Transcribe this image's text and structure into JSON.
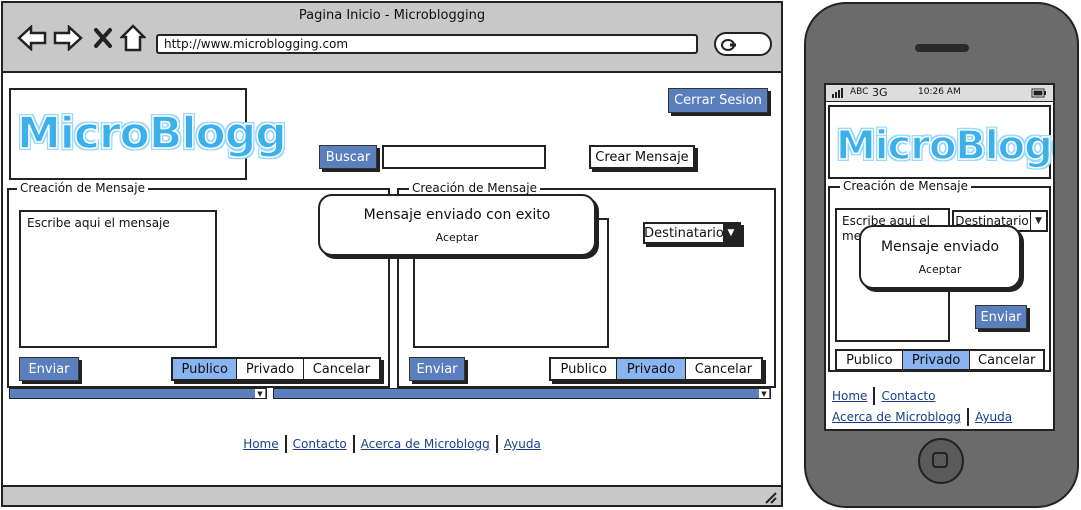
{
  "browser": {
    "title": "Pagina Inicio - Microblogging",
    "url": "http://www.microblogging.com"
  },
  "header": {
    "logo_text": "MicroBlogg",
    "logout_label": "Cerrar Sesion",
    "search_label": "Buscar",
    "search_value": "",
    "create_label": "Crear Mensaje"
  },
  "panels": {
    "left": {
      "legend": "Creación de Mensaje",
      "placeholder": "Escribe aqui el mensaje",
      "send_label": "Enviar",
      "privacy": [
        "Publico",
        "Privado",
        "Cancelar"
      ]
    },
    "right": {
      "legend": "Creación de Mensaje",
      "recipient_label": "Destinatario",
      "send_label": "Enviar",
      "privacy": [
        "Publico",
        "Privado",
        "Cancelar"
      ]
    }
  },
  "popup": {
    "message": "Mensaje enviado con exito",
    "accept": "Aceptar"
  },
  "footer": {
    "links": [
      "Home",
      "Contacto",
      "Acerca de Microblogg",
      "Ayuda"
    ]
  },
  "phone": {
    "carrier": "ABC",
    "network": "3G",
    "time": "10:26 AM",
    "logo_text": "MicroBlogg",
    "legend": "Creación de Mensaje",
    "placeholder": "Escribe aqui el mensaje",
    "recipient_label": "Destinatario",
    "popup_message": "Mensaje enviado",
    "popup_accept": "Aceptar",
    "send_label": "Enviar",
    "privacy": [
      "Publico",
      "Privado",
      "Cancelar"
    ],
    "links": [
      "Home",
      "Contacto",
      "Acerca de Microblogg",
      "Ayuda"
    ]
  }
}
